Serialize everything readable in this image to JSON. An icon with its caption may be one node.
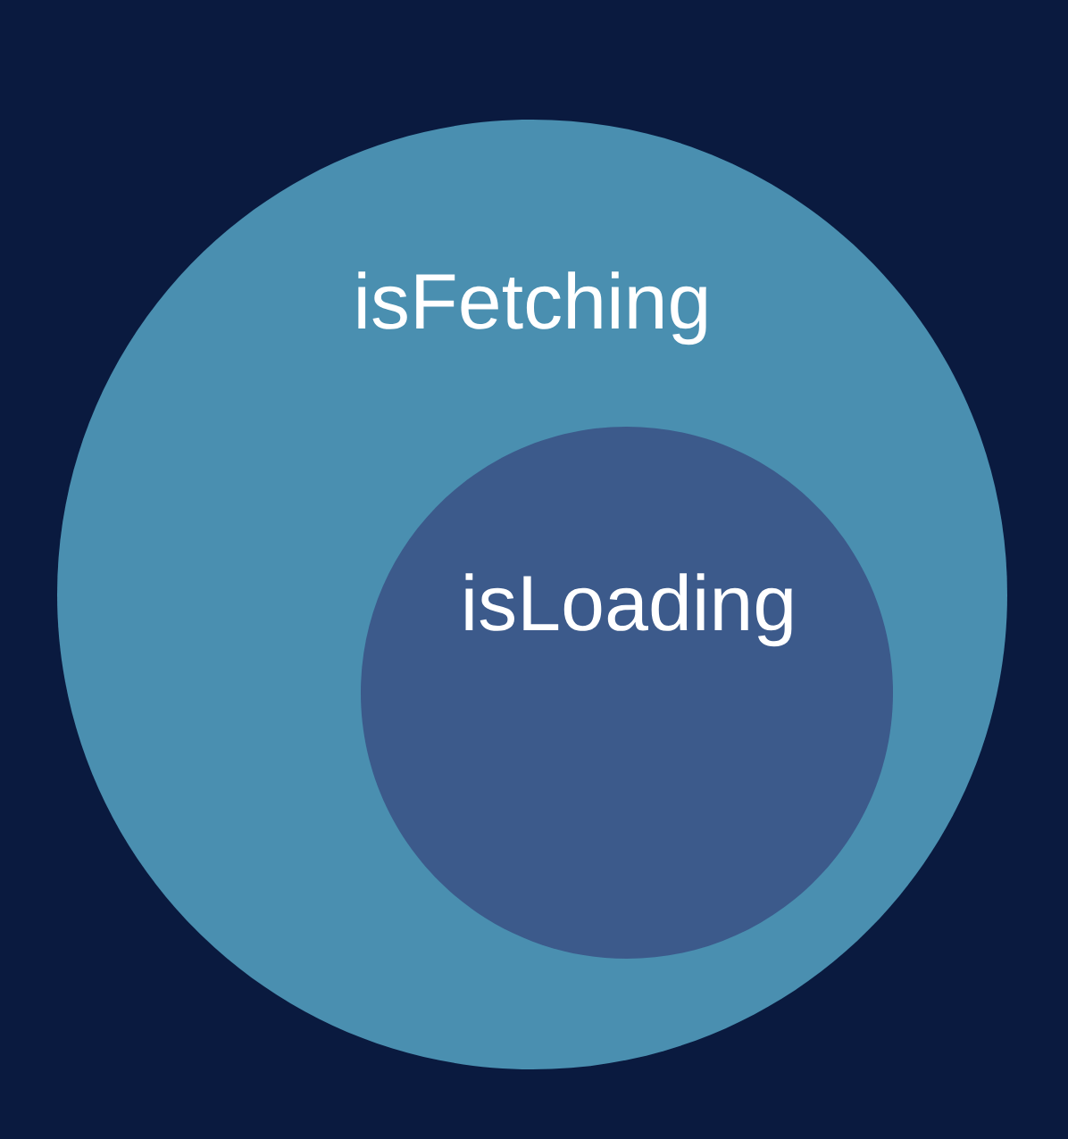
{
  "diagram": {
    "nodes": [
      {
        "text": [
          "isFetching"
        ]
      },
      {
        "text": [
          "isLoading"
        ],
        "in": 0
      }
    ]
  }
}
